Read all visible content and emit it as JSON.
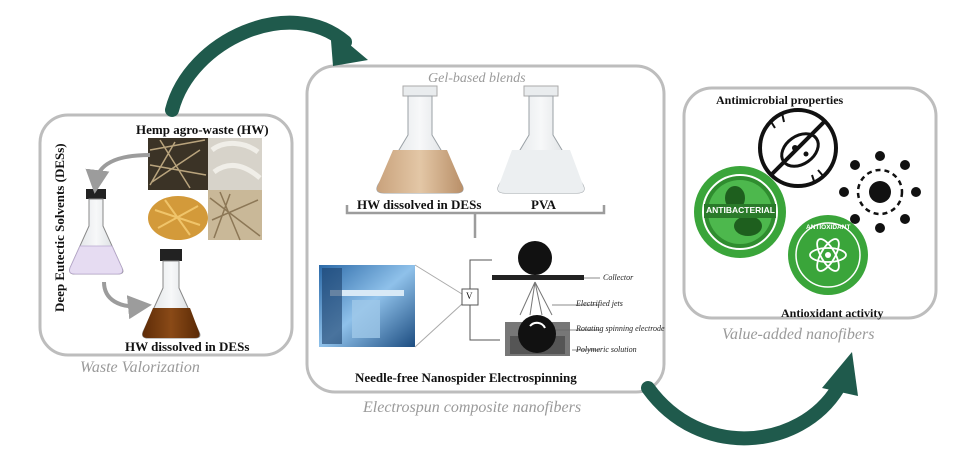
{
  "panels": {
    "waste": {
      "top_label": "Hemp agro-waste (HW)",
      "side_label": "Deep Eutectic Solvents (DESs)",
      "bottom_label": "HW dissolved in DESs",
      "caption": "Waste Valorization"
    },
    "electrospin": {
      "header": "Gel-based blends",
      "flask_left_label": "HW dissolved in DESs",
      "flask_right_label": "PVA",
      "diagram_labels": {
        "collector": "Collector",
        "jets": "Electrified jets",
        "electrode": "Rotating spinning electrode",
        "solution": "Polymeric solution",
        "voltage": "V"
      },
      "method_label": "Needle-free Nanospider Electrospinning",
      "caption": "Electrospun composite nanofibers"
    },
    "value": {
      "top_label": "Antimicrobial properties",
      "bottom_label": "Antioxidant activity",
      "badge_antibacterial": "ANTIBACTERIAL",
      "badge_antioxidant": "ANTIOXIDANT",
      "caption": "Value-added nanofibers"
    }
  },
  "colors": {
    "arrow": "#1f5a4c",
    "panel_border": "#bdbdbd",
    "badge_green": "#3aa53a",
    "hw_solution": "#7a3f10",
    "des_solution": "#e6dcf2"
  }
}
